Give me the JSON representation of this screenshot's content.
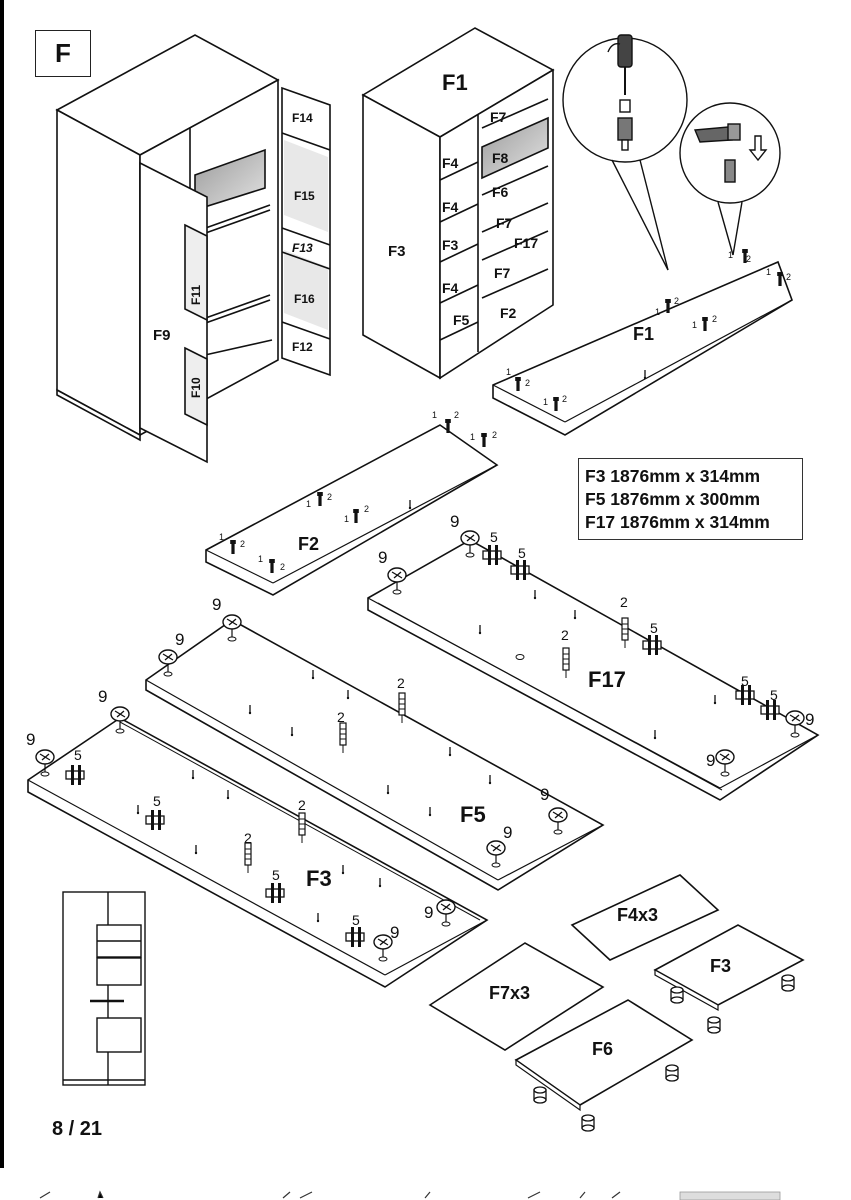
{
  "step": {
    "letter": "F"
  },
  "cabinet_left": {
    "doors": [
      "F14",
      "F15",
      "F13",
      "F16",
      "F12",
      "F11",
      "F10"
    ],
    "side": "F9"
  },
  "cabinet_right": {
    "top": "F1",
    "side": "F3",
    "shelves": [
      "F7",
      "F8",
      "F4",
      "F6",
      "F4",
      "F7",
      "F17",
      "F3",
      "F7",
      "F4",
      "F5",
      "F2"
    ]
  },
  "panels": {
    "f1": "F1",
    "f2": "F2",
    "f17": "F17",
    "f5": "F5",
    "f3": "F3",
    "f4x3": "F4x3",
    "f7x3": "F7x3",
    "f3_small": "F3",
    "f6": "F6"
  },
  "dimensions": [
    "F3 1876mm x 314mm",
    "F5 1876mm x 300mm",
    "F17 1876mm x 314mm"
  ],
  "hardware_numbers": {
    "n1": "1",
    "n2": "2",
    "n5": "5",
    "n9": "9"
  },
  "page": "8 / 21"
}
